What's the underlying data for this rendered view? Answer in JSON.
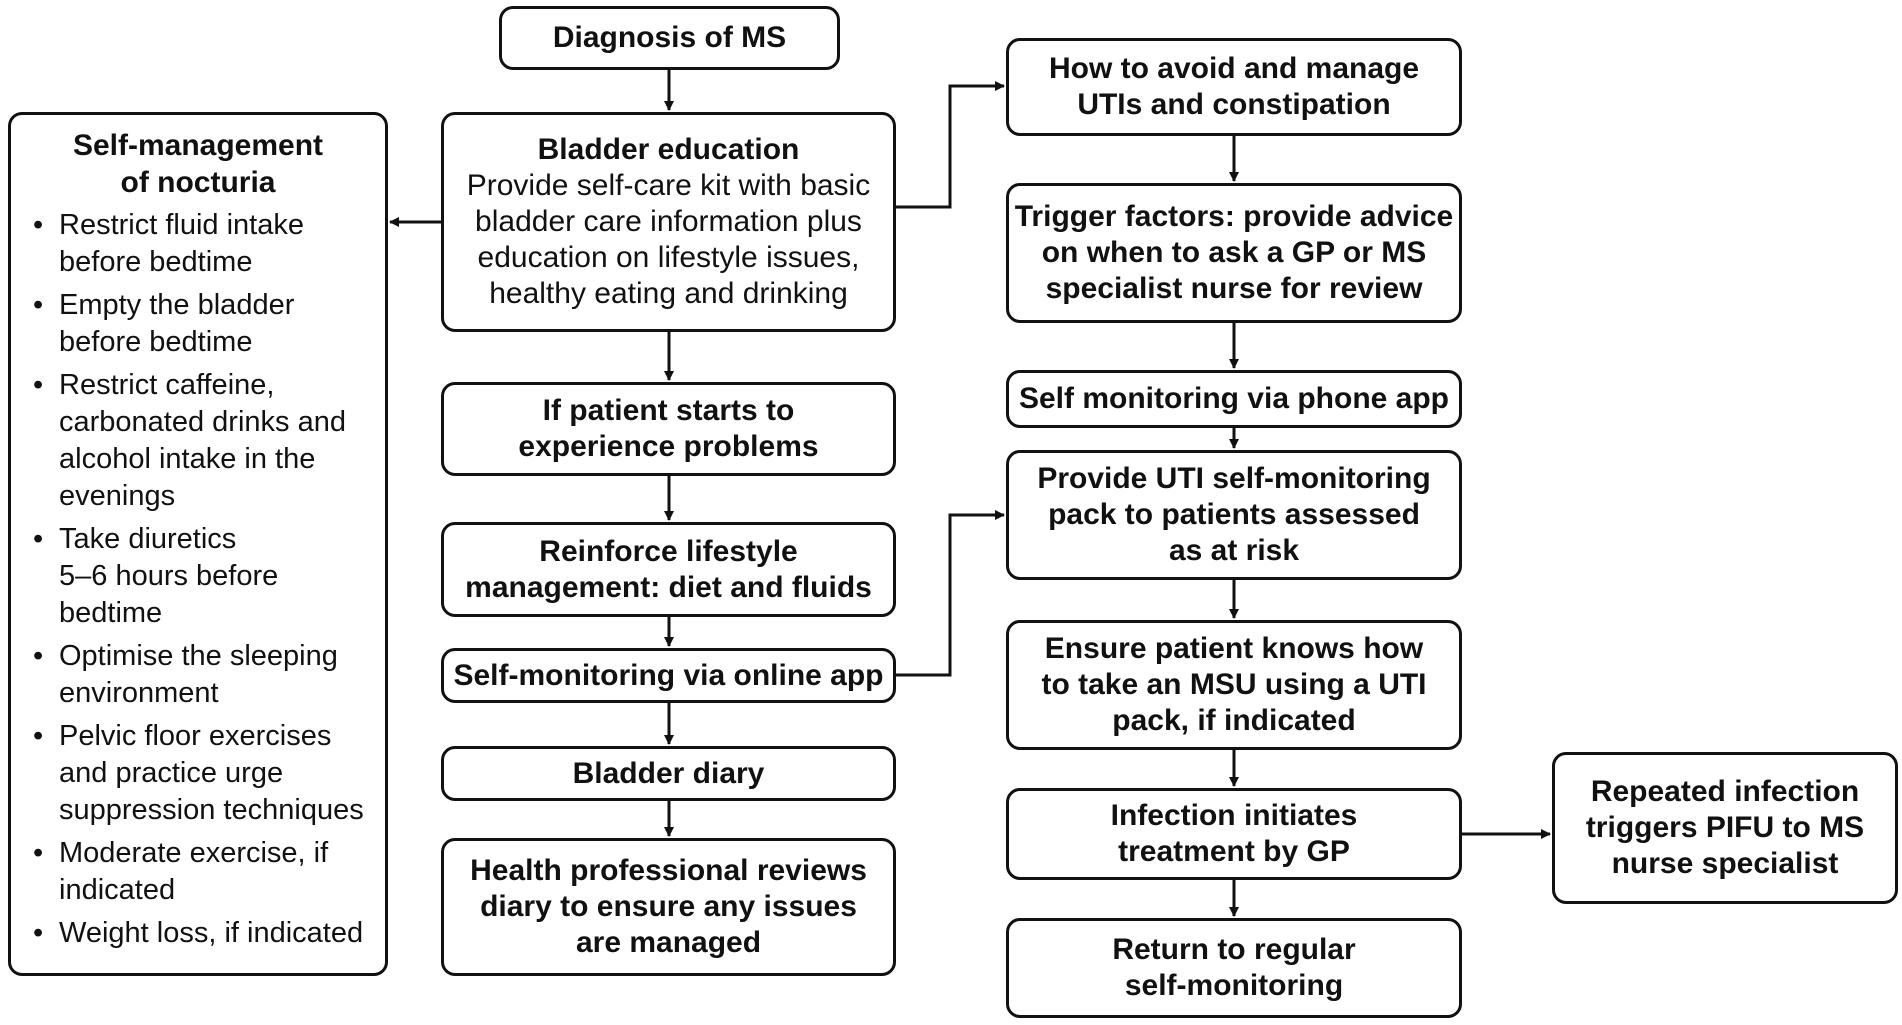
{
  "flowchart": {
    "diagnosis": {
      "line1": "Diagnosis of MS"
    },
    "bladder_education": {
      "title": "Bladder education",
      "line1": "Provide self-care kit with basic",
      "line2": "bladder care information plus",
      "line3": "education on lifestyle issues,",
      "line4": "healthy eating and drinking"
    },
    "patient_problems": {
      "line1": "If patient starts to",
      "line2": "experience problems"
    },
    "reinforce_lifestyle": {
      "line1": "Reinforce lifestyle",
      "line2": "management: diet and fluids"
    },
    "online_app": {
      "line1": "Self-monitoring via online app"
    },
    "bladder_diary": {
      "line1": "Bladder diary"
    },
    "health_review": {
      "line1": "Health professional reviews",
      "line2": "diary to ensure any issues",
      "line3": "are managed"
    },
    "nocturia": {
      "title_line1": "Self-management",
      "title_line2": "of nocturia",
      "bullet": "•",
      "items": [
        {
          "line1": "Restrict fluid intake",
          "line2": "before bedtime"
        },
        {
          "line1": "Empty the bladder",
          "line2": "before bedtime"
        },
        {
          "line1": "Restrict caffeine,",
          "line2": "carbonated drinks and",
          "line3": "alcohol intake in the",
          "line4": "evenings"
        },
        {
          "line1": "Take diuretics",
          "line2": "5–6 hours before",
          "line3": "bedtime"
        },
        {
          "line1": "Optimise the sleeping",
          "line2": "environment"
        },
        {
          "line1": "Pelvic floor exercises",
          "line2": "and practice urge",
          "line3": "suppression techniques"
        },
        {
          "line1": "Moderate exercise, if",
          "line2": "indicated"
        },
        {
          "line1": "Weight loss, if indicated"
        }
      ]
    },
    "utis_constipation": {
      "line1": "How to avoid and manage",
      "line2": "UTIs and constipation"
    },
    "trigger_factors": {
      "line1": "Trigger factors: provide advice",
      "line2": "on when to ask a GP or MS",
      "line3": "specialist nurse for review"
    },
    "phone_app": {
      "line1": "Self monitoring via phone app"
    },
    "uti_pack": {
      "line1": "Provide UTI self-monitoring",
      "line2": "pack to patients assessed",
      "line3": "as at risk"
    },
    "msu": {
      "line1": "Ensure patient knows how",
      "line2": "to take an MSU using a UTI",
      "line3": "pack, if indicated"
    },
    "infection": {
      "line1": "Infection initiates",
      "line2": "treatment by GP"
    },
    "return_monitoring": {
      "line1": "Return to regular",
      "line2": "self-monitoring"
    },
    "pifu": {
      "line1": "Repeated infection",
      "line2": "triggers PIFU to MS",
      "line3": "nurse specialist"
    }
  },
  "colors": {
    "stroke": "#111111",
    "background": "#ffffff",
    "text": "#111111"
  }
}
